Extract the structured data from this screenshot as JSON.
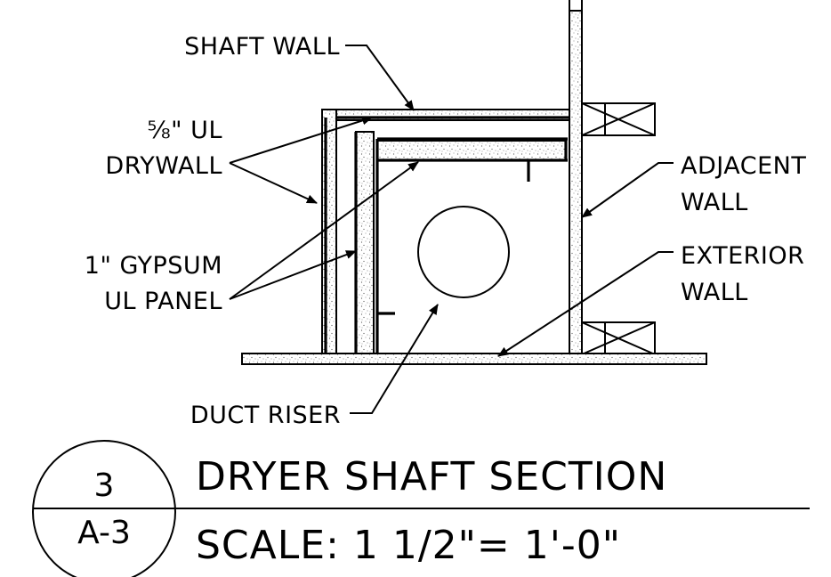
{
  "drawing": {
    "labels": {
      "shaft_wall": "SHAFT WALL",
      "ul_drywall_line1": "⅝\" UL",
      "ul_drywall_line2": "DRYWALL",
      "gypsum_line1": "1\" GYPSUM",
      "gypsum_line2": "UL PANEL",
      "adjacent_line1": "ADJACENT",
      "adjacent_line2": "WALL",
      "exterior_line1": "EXTERIOR",
      "exterior_line2": "WALL",
      "duct_riser": "DUCT RISER"
    },
    "title_block": {
      "title": "DRYER SHAFT SECTION",
      "scale": "SCALE: 1  1/2\"= 1'-0\"",
      "detail_number": "3",
      "sheet_number": "A-3"
    }
  }
}
